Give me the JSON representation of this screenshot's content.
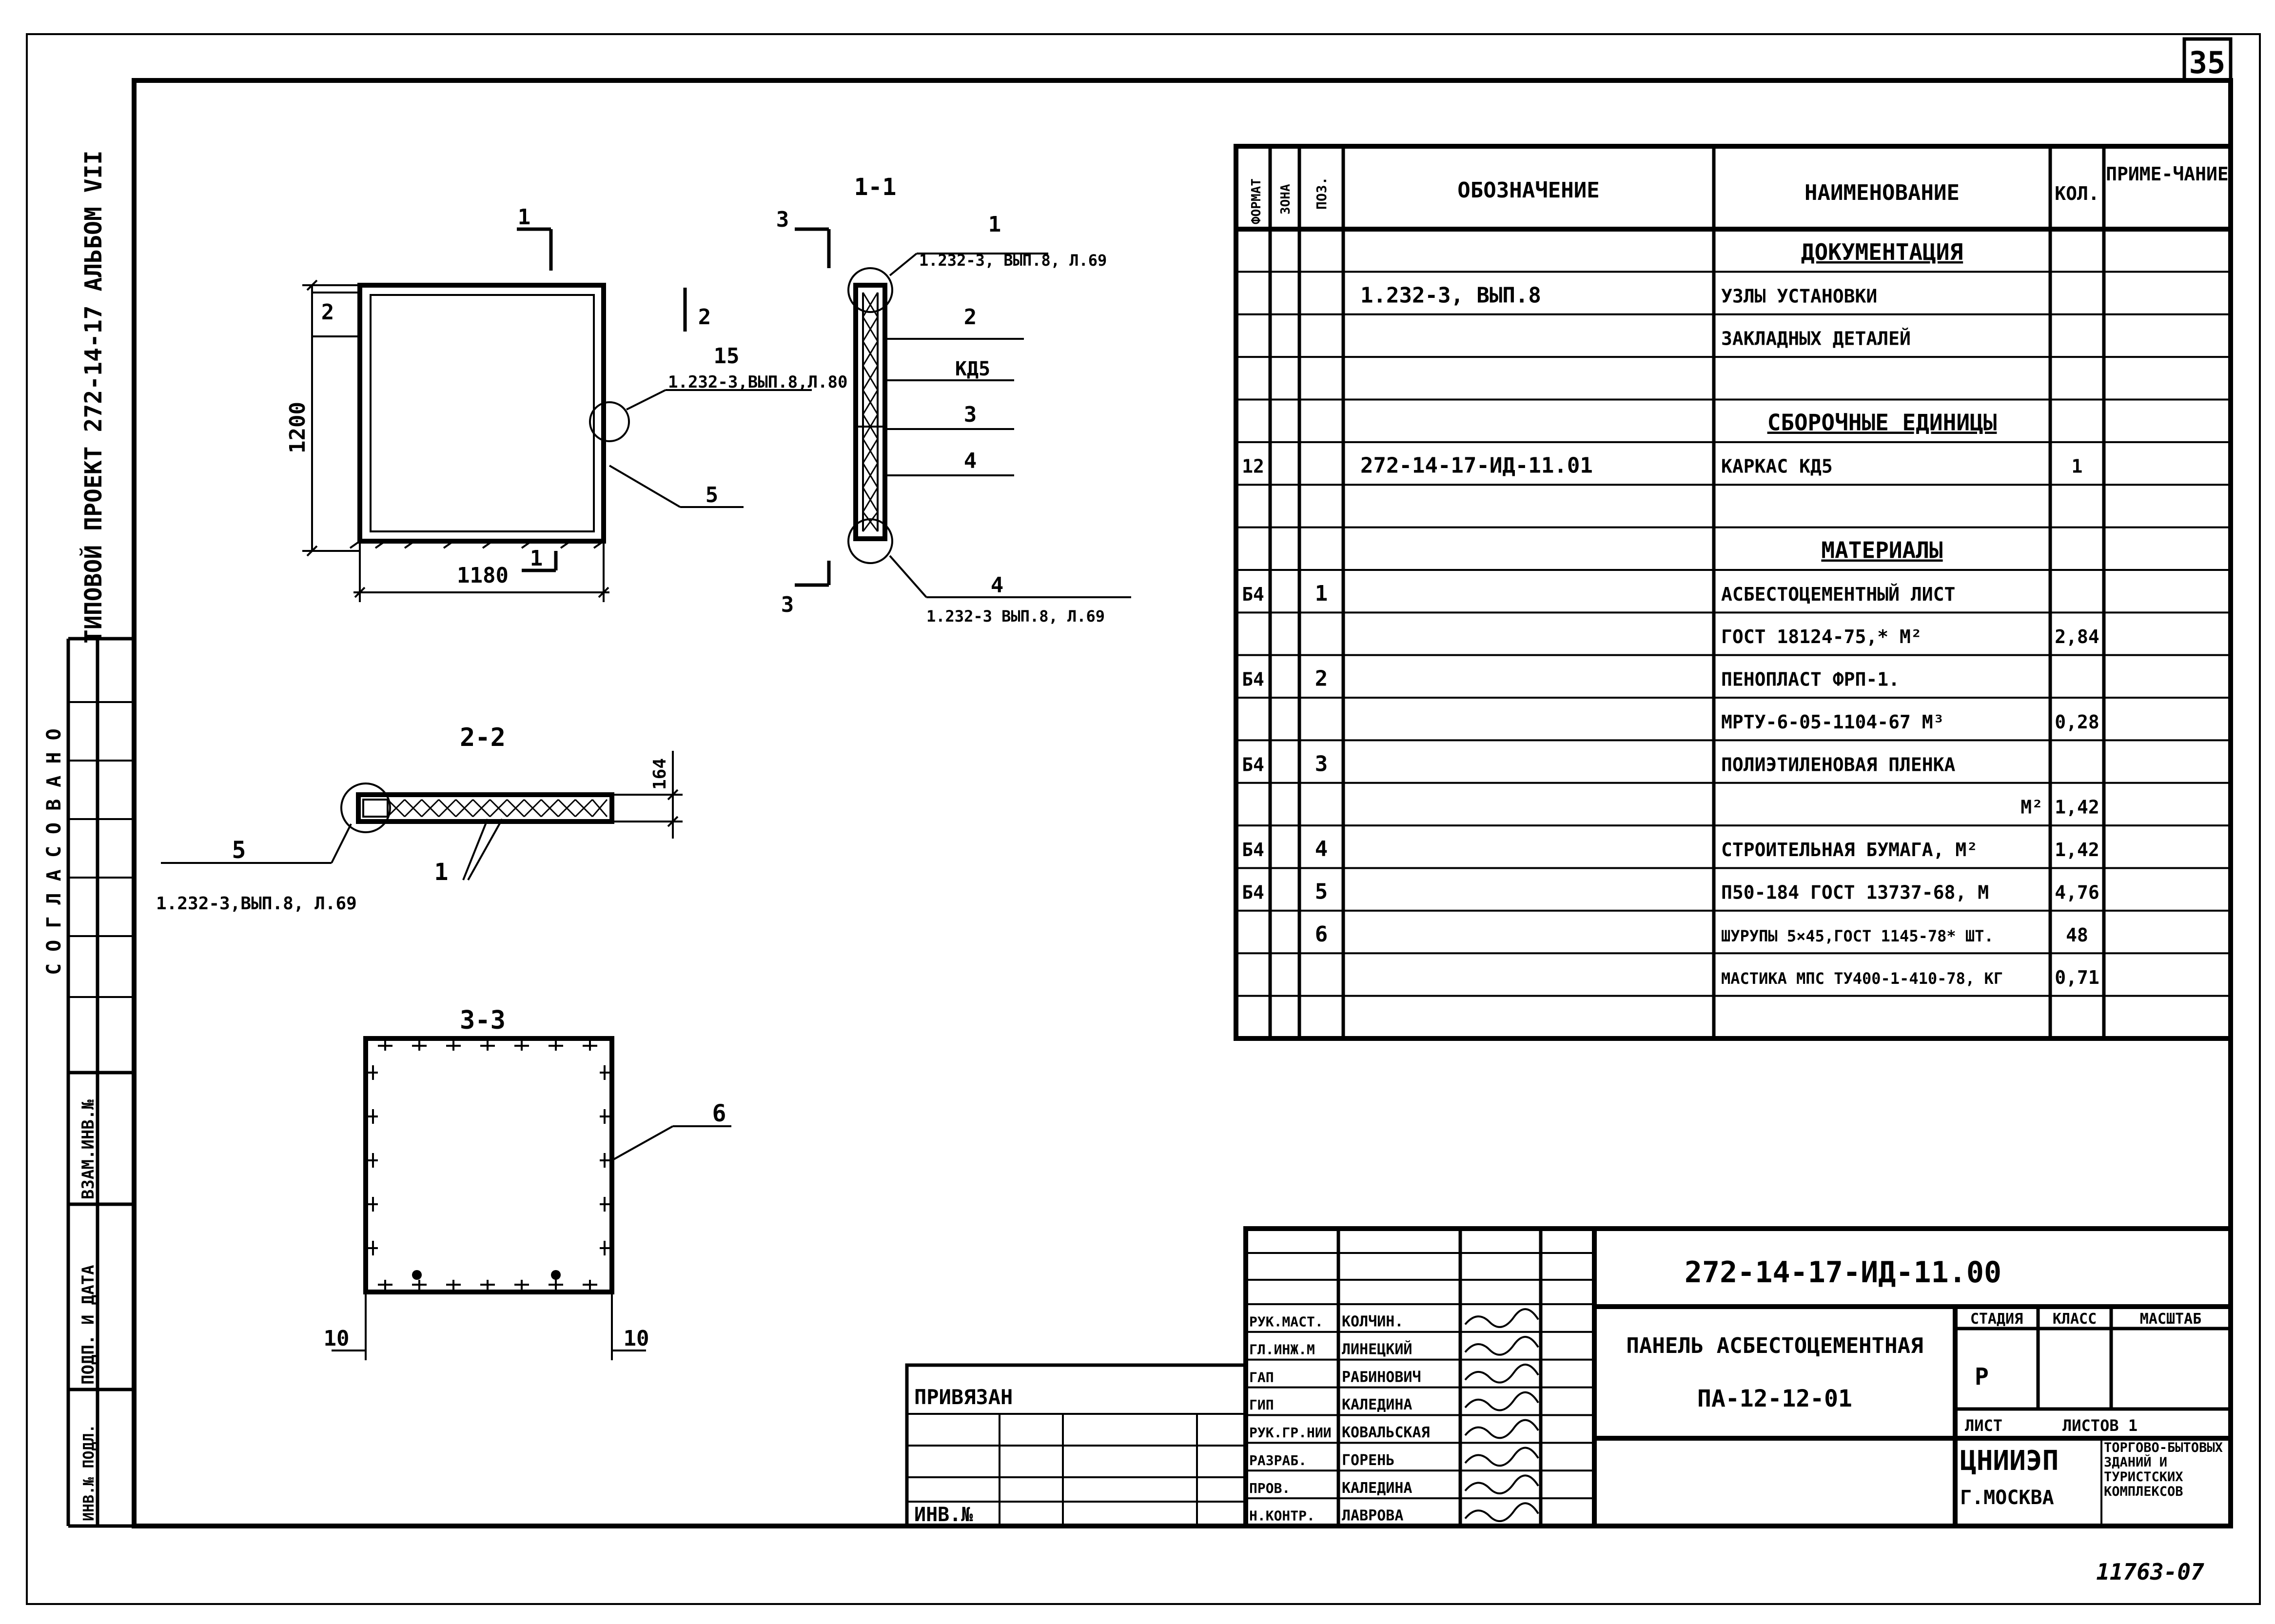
{
  "sheet_number": "35",
  "side_title": "ТИПОВОЙ ПРОЕКТ 272-14-17 АЛЬБОМ VII",
  "side_stamp": {
    "agreed": "С О Г Л А С О В А Н О",
    "vzam_inv": "ВЗАМ.ИНВ.№",
    "podp_data": "ПОДП. И ДАТА",
    "inv_podl": "ИНВ.№ ПОДЛ."
  },
  "drawing": {
    "panel": {
      "dim_height": "1200",
      "dim_width": "1180",
      "mark_2": "2",
      "mark_1": "1"
    },
    "callout_15": {
      "num": "15",
      "ref": "1.232-3,ВЫП.8,Л.80"
    },
    "callout_5": {
      "num": "5"
    },
    "section_11": {
      "title": "1-1",
      "mark_3": "3",
      "c1": {
        "num": "1",
        "ref": "1.232-3, ВЫП.8, Л.69"
      },
      "c2": "2",
      "ckd": "КД5",
      "c3": "3",
      "c4": "4",
      "c4b": {
        "num": "4",
        "ref": "1.232-3 ВЫП.8, Л.69"
      }
    },
    "section_22": {
      "title": "2-2",
      "dim": "164",
      "c5": {
        "num": "5",
        "ref": "1.232-3,ВЫП.8, Л.69"
      },
      "c1": "1"
    },
    "section_33": {
      "title": "3-3",
      "c6": "6",
      "dim_left": "10",
      "dim_right": "10"
    }
  },
  "spec_table": {
    "headers": {
      "format": "ФОРМАТ",
      "zone": "ЗОНА",
      "pos": "ПОЗ.",
      "designation": "ОБОЗНАЧЕНИЕ",
      "name": "НАИМЕНОВАНИЕ",
      "qty": "КОЛ.",
      "note": "ПРИМЕ-ЧАНИЕ"
    },
    "rows": [
      {
        "format": "",
        "pos": "",
        "designation": "",
        "name": "ДОКУМЕНТАЦИЯ",
        "qty": "",
        "heading": true
      },
      {
        "format": "",
        "pos": "",
        "designation": "1.232-3, ВЫП.8",
        "name": "УЗЛЫ УСТАНОВКИ",
        "qty": ""
      },
      {
        "format": "",
        "pos": "",
        "designation": "",
        "name": "ЗАКЛАДНЫХ ДЕТАЛЕЙ",
        "qty": ""
      },
      {
        "format": "",
        "pos": "",
        "designation": "",
        "name": "",
        "qty": ""
      },
      {
        "format": "",
        "pos": "",
        "designation": "",
        "name": "СБОРОЧНЫЕ ЕДИНИЦЫ",
        "qty": "",
        "heading": true
      },
      {
        "format": "12",
        "pos": "",
        "designation": "272-14-17-ИД-11.01",
        "name": "КАРКАС КД5",
        "qty": "1"
      },
      {
        "format": "",
        "pos": "",
        "designation": "",
        "name": "",
        "qty": ""
      },
      {
        "format": "",
        "pos": "",
        "designation": "",
        "name": "МАТЕРИАЛЫ",
        "qty": "",
        "heading": true
      },
      {
        "format": "Б4",
        "pos": "1",
        "designation": "",
        "name": "АСБЕСТОЦЕМЕНТНЫЙ ЛИСТ",
        "qty": ""
      },
      {
        "format": "",
        "pos": "",
        "designation": "",
        "name": "ГОСТ 18124-75,* М²",
        "qty": "2,84"
      },
      {
        "format": "Б4",
        "pos": "2",
        "designation": "",
        "name": "ПЕНОПЛАСТ ФРП-1.",
        "qty": ""
      },
      {
        "format": "",
        "pos": "",
        "designation": "",
        "name": "МРТУ-6-05-1104-67 М³",
        "qty": "0,28"
      },
      {
        "format": "Б4",
        "pos": "3",
        "designation": "",
        "name": "ПОЛИЭТИЛЕНОВАЯ ПЛЕНКА",
        "qty": ""
      },
      {
        "format": "",
        "pos": "",
        "designation": "",
        "name": "М²",
        "qty": "1,42"
      },
      {
        "format": "Б4",
        "pos": "4",
        "designation": "",
        "name": "СТРОИТЕЛЬНАЯ БУМАГА, М²",
        "qty": "1,42"
      },
      {
        "format": "Б4",
        "pos": "5",
        "designation": "",
        "name": "П50-184 ГОСТ 13737-68, М",
        "qty": "4,76"
      },
      {
        "format": "",
        "pos": "6",
        "designation": "",
        "name": "ШУРУПЫ 5×45,ГОСТ 1145-78* ШТ.",
        "qty": "48"
      },
      {
        "format": "",
        "pos": "",
        "designation": "",
        "name": "МАСТИКА МПС ТУ400-1-410-78, КГ",
        "qty": "0,71"
      },
      {
        "format": "",
        "pos": "",
        "designation": "",
        "name": "",
        "qty": ""
      }
    ]
  },
  "title_block": {
    "code": "272-14-17-ИД-11.00",
    "product_name": "ПАНЕЛЬ АСБЕСТОЦЕМЕНТНАЯ",
    "product_mark": "ПА-12-12-01",
    "stage_label": "СТАДИЯ",
    "class_label": "КЛАСС",
    "scale_label": "МАСШТАБ",
    "stage_value": "Р",
    "sheet_label": "ЛИСТ",
    "sheets_label": "ЛИСТОВ 1",
    "org": "ЦНИИЭП",
    "city": "Г.МОСКВА",
    "org_note": "ТОРГОВО-БЫТОВЫХ ЗДАНИЙ И ТУРИСТСКИХ КОМПЛЕКСОВ",
    "people": [
      {
        "role": "РУК.МАСТ.",
        "name": "КОЛЧИН."
      },
      {
        "role": "ГЛ.ИНЖ.М",
        "name": "ЛИНЕЦКИЙ"
      },
      {
        "role": "ГАП",
        "name": "РАБИНОВИЧ"
      },
      {
        "role": "ГИП",
        "name": "КАЛЕДИНА"
      },
      {
        "role": "РУК.ГР.НИИ",
        "name": "КОВАЛЬСКАЯ"
      },
      {
        "role": "РАЗРАБ.",
        "name": "ГОРЕНЬ"
      },
      {
        "role": "ПРОВ.",
        "name": "КАЛЕДИНА"
      },
      {
        "role": "Н.КОНТР.",
        "name": "ЛАВРОВА"
      }
    ],
    "signature_gorен": "Горень"
  },
  "binding_block": {
    "label": "ПРИВЯЗАН",
    "inv": "ИНВ.№"
  },
  "archive_number": "11763-07"
}
